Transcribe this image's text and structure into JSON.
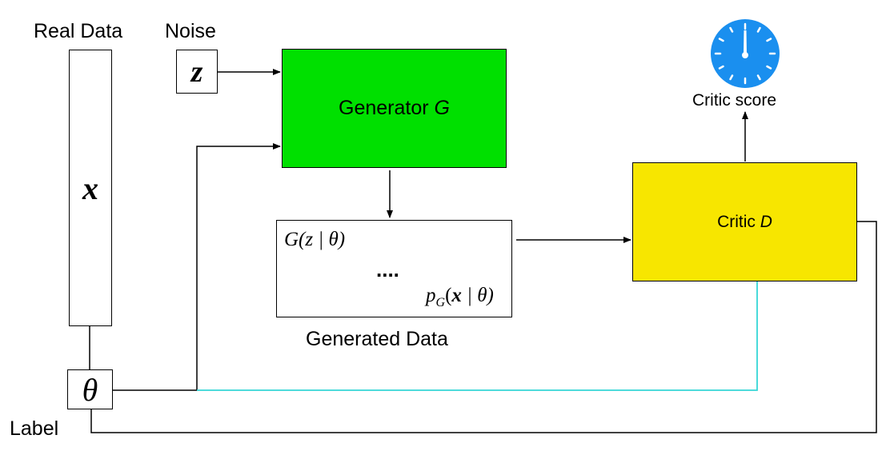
{
  "labels": {
    "real_data": "Real Data",
    "noise": "Noise",
    "label": "Label",
    "generated_data": "Generated Data",
    "critic_score": "Critic score"
  },
  "symbols": {
    "x": "x",
    "z": "z",
    "theta": "θ"
  },
  "generator": {
    "text": "Generator ",
    "symbol": "G",
    "color": "#00e000"
  },
  "critic": {
    "text": "Critic ",
    "symbol": "D",
    "color": "#f7e600"
  },
  "generated_box": {
    "line1": "G(z | θ)",
    "dots": "....",
    "line2_p": "p",
    "line2_sub": "G",
    "line2_rest_open": "(",
    "line2_x": "x",
    "line2_rest_close": " | θ)"
  },
  "colors": {
    "cyan_line": "#35d6d6",
    "stopwatch": "#1a8fef"
  },
  "icons": [
    "stopwatch-icon"
  ]
}
